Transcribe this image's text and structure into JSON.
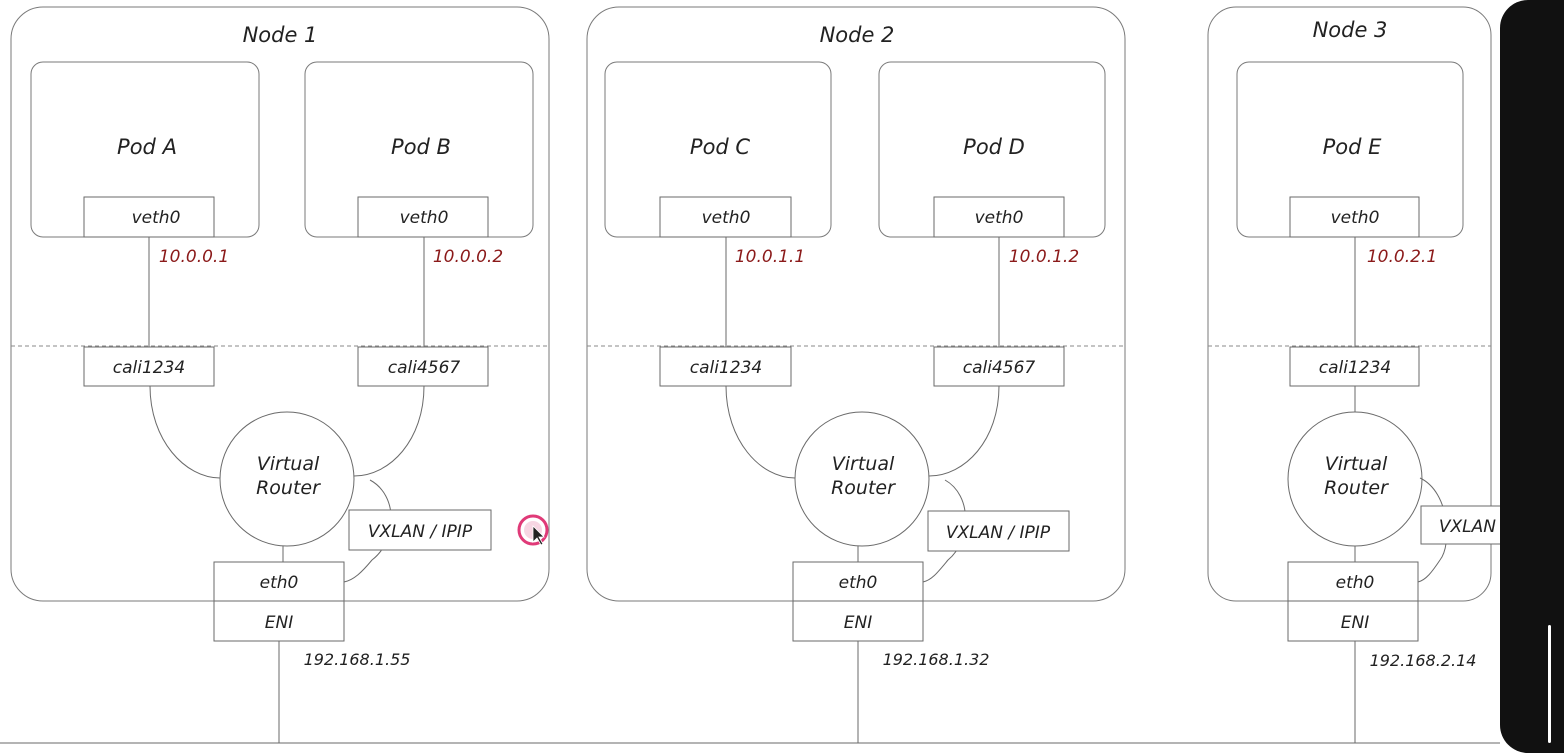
{
  "nodes": [
    {
      "title": "Node 1",
      "pods": [
        {
          "label": "Pod A",
          "iface": "veth0",
          "ip": "10.0.0.1",
          "cali": "cali1234"
        },
        {
          "label": "Pod B",
          "iface": "veth0",
          "ip": "10.0.0.2",
          "cali": "cali4567"
        }
      ],
      "router": {
        "line1": "Virtual",
        "line2": "Router"
      },
      "tunnel": "VXLAN / IPIP",
      "eth": "eth0",
      "eni": "ENI",
      "ip": "192.168.1.55"
    },
    {
      "title": "Node 2",
      "pods": [
        {
          "label": "Pod C",
          "iface": "veth0",
          "ip": "10.0.1.1",
          "cali": "cali1234"
        },
        {
          "label": "Pod D",
          "iface": "veth0",
          "ip": "10.0.1.2",
          "cali": "cali4567"
        }
      ],
      "router": {
        "line1": "Virtual",
        "line2": "Router"
      },
      "tunnel": "VXLAN / IPIP",
      "eth": "eth0",
      "eni": "ENI",
      "ip": "192.168.1.32"
    },
    {
      "title": "Node 3",
      "pods": [
        {
          "label": "Pod E",
          "iface": "veth0",
          "ip": "10.0.2.1",
          "cali": "cali1234"
        }
      ],
      "router": {
        "line1": "Virtual",
        "line2": "Router"
      },
      "tunnel": "VXLAN / IPIP",
      "eth": "eth0",
      "eni": "ENI",
      "ip": "192.168.2.14"
    }
  ],
  "colors": {
    "pod_ip": "#8b1a1a",
    "cursor_ring": "#e03a78",
    "panel": "#111111"
  },
  "icons": {
    "cursor": "cursor-click-icon"
  }
}
